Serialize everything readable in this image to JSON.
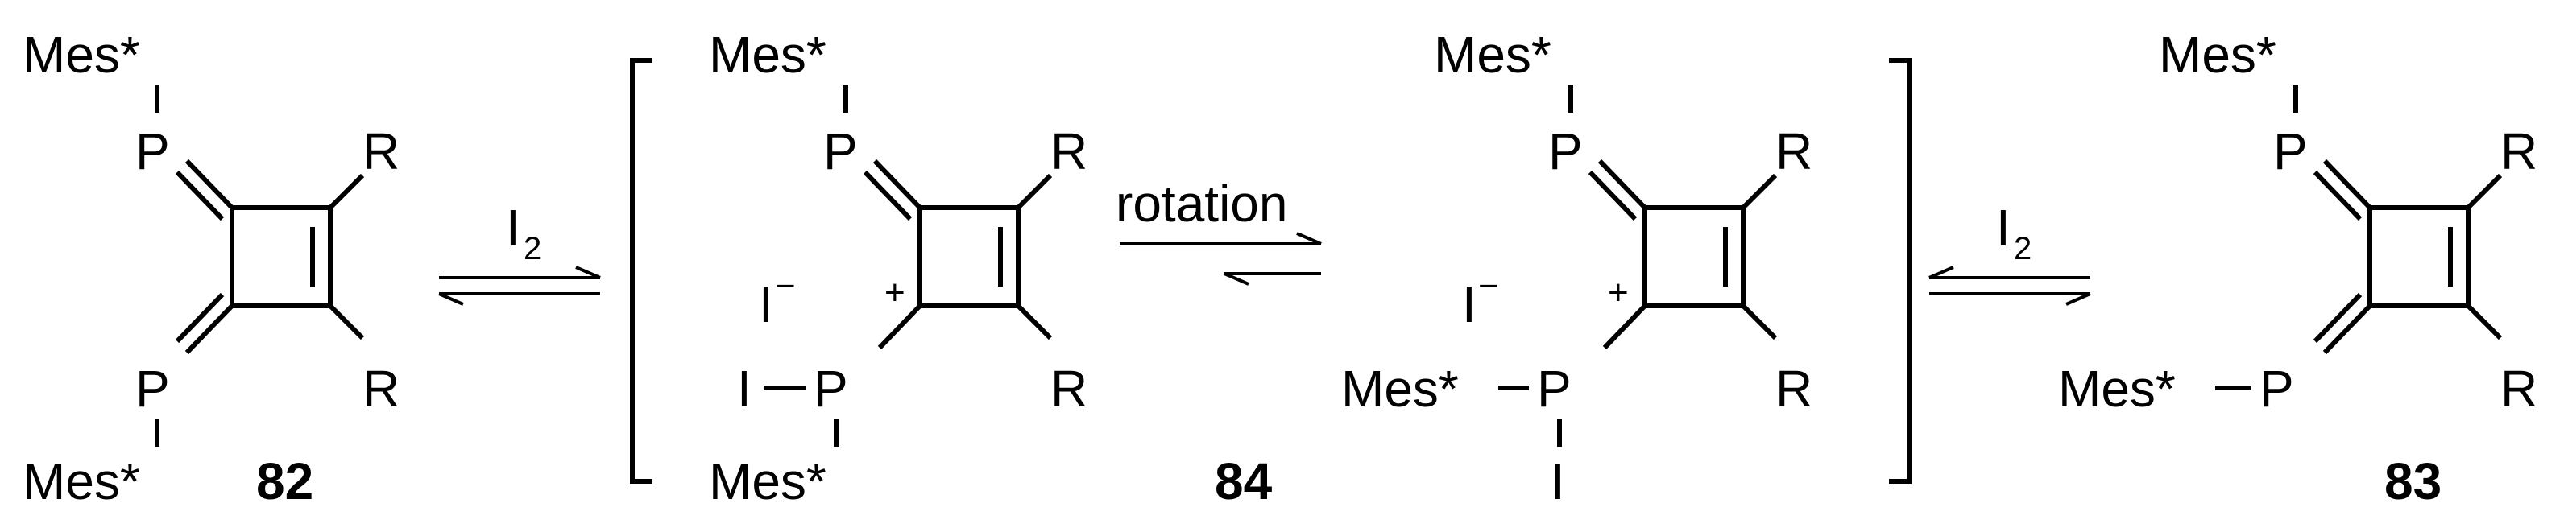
{
  "atoms": {
    "mes": "Mes*",
    "p": "P",
    "r": "R",
    "iodine": "I",
    "iodide": "I",
    "minus": "−",
    "plus": "+"
  },
  "reagents": {
    "i2_main": "I",
    "i2_sub": "2",
    "rotation": "rotation"
  },
  "compounds": {
    "c82": "82",
    "c84": "84",
    "c83": "83"
  }
}
